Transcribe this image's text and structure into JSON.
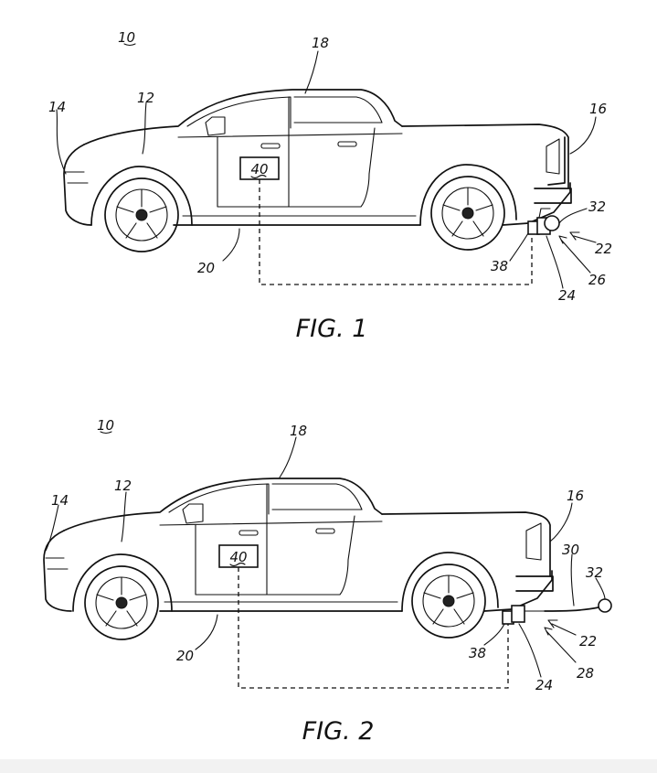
{
  "figures": [
    {
      "caption": "FIG. 1",
      "labels": {
        "system": "10",
        "body": "12",
        "front": "14",
        "bed": "16",
        "cab": "18",
        "underbody": "20",
        "hitch_assembly": "22",
        "hitch_mount": "24",
        "ball_mount": "26",
        "ball": "32",
        "sensor": "38",
        "controller": "40"
      }
    },
    {
      "caption": "FIG. 2",
      "labels": {
        "system": "10",
        "body": "12",
        "front": "14",
        "bed": "16",
        "cab": "18",
        "underbody": "20",
        "hitch_assembly": "22",
        "hitch_mount": "24",
        "extension": "28",
        "arm": "30",
        "ball": "32",
        "sensor": "38",
        "controller": "40"
      }
    }
  ]
}
